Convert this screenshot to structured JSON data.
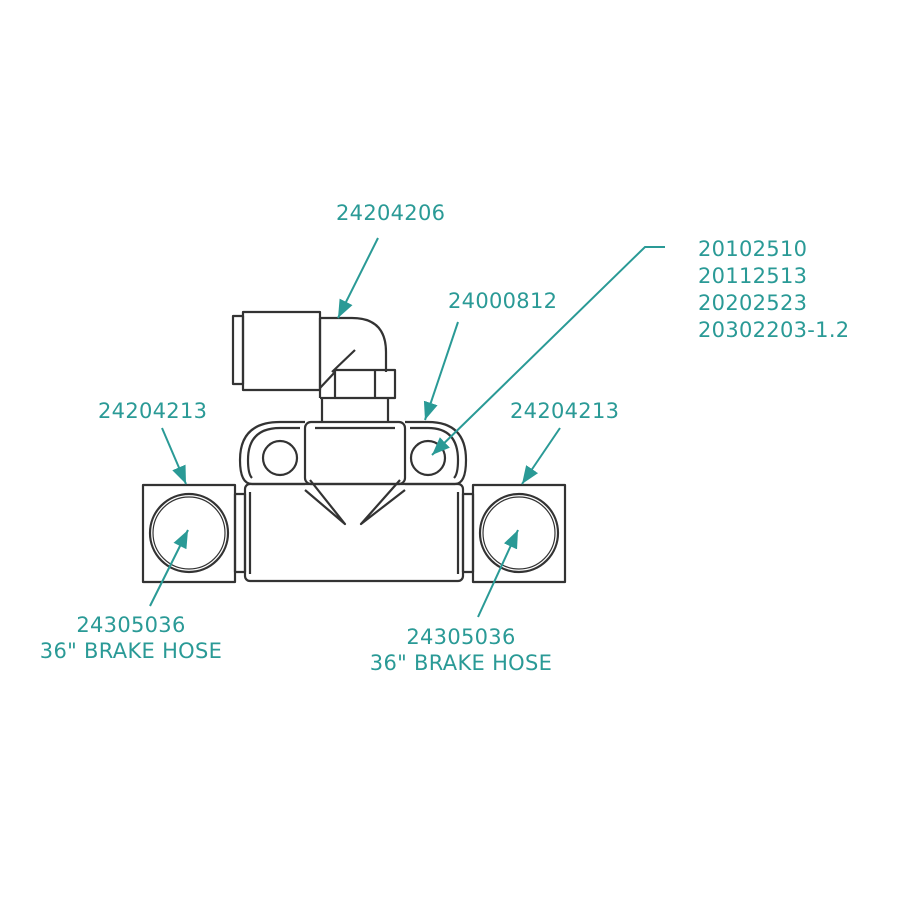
{
  "diagram": {
    "type": "parts-callout-drawing",
    "colors": {
      "callout": "#2a9a96",
      "linework": "#333333",
      "background": "#ffffff"
    },
    "callouts": {
      "elbow": {
        "part": "24204206"
      },
      "tee_center": {
        "part": "24000812"
      },
      "mount_group": {
        "parts": [
          "20102510",
          "20112513",
          "20202523",
          "20302203-1.2"
        ]
      },
      "left_fitting": {
        "part": "24204213"
      },
      "right_fitting": {
        "part": "24204213"
      },
      "left_hose": {
        "part": "24305036",
        "desc": "36\" BRAKE HOSE"
      },
      "right_hose": {
        "part": "24305036",
        "desc": "36\" BRAKE HOSE"
      }
    }
  }
}
